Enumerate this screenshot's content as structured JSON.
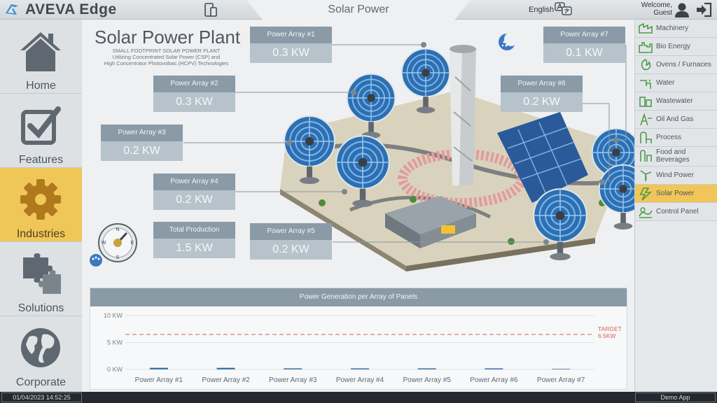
{
  "header": {
    "brand": "AVEVA Edge",
    "page_title": "Solar Power",
    "language": "English",
    "welcome": "Welcome,",
    "user": "Guest"
  },
  "left_nav": [
    {
      "label": "Home",
      "icon": "home-icon",
      "active": false
    },
    {
      "label": "Features",
      "icon": "checkbox-icon",
      "active": false
    },
    {
      "label": "Industries",
      "icon": "gear-icon",
      "active": true
    },
    {
      "label": "Solutions",
      "icon": "puzzle-icon",
      "active": false
    },
    {
      "label": "Corporate",
      "icon": "globe-icon",
      "active": false
    }
  ],
  "right_nav": [
    {
      "label": "Machinery",
      "icon": "machinery-icon"
    },
    {
      "label": "Bio Energy",
      "icon": "bio-energy-icon"
    },
    {
      "label": "Ovens / Furnaces",
      "icon": "oven-icon"
    },
    {
      "label": "Water",
      "icon": "water-icon"
    },
    {
      "label": "Wastewater",
      "icon": "wastewater-icon"
    },
    {
      "label": "Oil And Gas",
      "icon": "oil-gas-icon"
    },
    {
      "label": "Process",
      "icon": "process-icon"
    },
    {
      "label": "Food and Beverages",
      "icon": "food-icon"
    },
    {
      "label": "Wind Power",
      "icon": "wind-icon"
    },
    {
      "label": "Solar Power",
      "icon": "solar-icon",
      "active": true
    },
    {
      "label": "Control Panel",
      "icon": "control-panel-icon"
    }
  ],
  "plant": {
    "title": "Solar Power Plant",
    "subtitle_1": "SMALL FOOTPRINT SOLAR POWER PLANT",
    "subtitle_2": "Utilizing Concentrated Solar Power (CSP) and",
    "subtitle_3": "High Concentrator Photovoltaic (HCPV) Technologies"
  },
  "arrays": {
    "a1": {
      "label": "Power Array #1",
      "value": "0.3 KW"
    },
    "a2": {
      "label": "Power Array #2",
      "value": "0.3 KW"
    },
    "a3": {
      "label": "Power Array #3",
      "value": "0.2 KW"
    },
    "a4": {
      "label": "Power Array #4",
      "value": "0.2 KW"
    },
    "a5": {
      "label": "Power Array #5",
      "value": "0.2 KW"
    },
    "a6": {
      "label": "Power Array #6",
      "value": "0.2 KW"
    },
    "a7": {
      "label": "Power Array #7",
      "value": "0.1 KW"
    },
    "total": {
      "label": "Total Production",
      "value": "1.5 KW"
    }
  },
  "compass_letters": {
    "n": "N",
    "e": "E",
    "s": "S",
    "w": "W"
  },
  "chart_title": "Power Generation per Array of Panels",
  "chart_data": {
    "type": "bar",
    "title": "Power Generation per Array of Panels",
    "categories": [
      "Power Array #1",
      "Power Array #2",
      "Power Array #3",
      "Power Array #4",
      "Power Array #5",
      "Power Array #6",
      "Power Array #7"
    ],
    "values": [
      0.3,
      0.3,
      0.2,
      0.2,
      0.2,
      0.2,
      0.1
    ],
    "ylim": [
      0,
      10
    ],
    "yticks": [
      "0 KW",
      "5 KW",
      "10 KW"
    ],
    "target_value": 6.5,
    "target_label_1": "TARGET",
    "target_label_2": "6.5KW",
    "bar_color": "#3f6fa8",
    "target_color": "#d9605a",
    "grid": true
  },
  "footer": {
    "datetime": "01/04/2023 14:52:25",
    "app": "Demo App"
  }
}
